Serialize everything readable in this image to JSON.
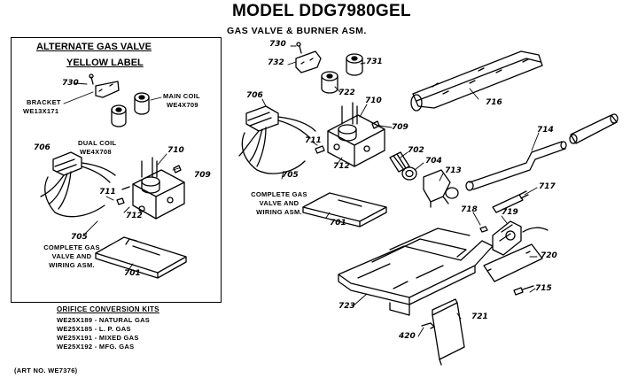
{
  "title": "MODEL DDG7980GEL",
  "subtitle": "GAS VALVE & BURNER ASM.",
  "inset": {
    "title_line1": "ALTERNATE GAS VALVE",
    "title_line2": "YELLOW LABEL",
    "bracket_label": "BRACKET",
    "bracket_part": "WE13X171",
    "main_coil_label": "MAIN COIL",
    "main_coil_part": "WE4X709",
    "dual_coil_label": "DUAL COIL",
    "dual_coil_part": "WE4X708",
    "complete_valve_l1": "COMPLETE GAS",
    "complete_valve_l2": "VALVE AND",
    "complete_valve_l3": "WIRING ASM.",
    "refs": [
      "730",
      "706",
      "710",
      "709",
      "711",
      "712",
      "705",
      "701"
    ]
  },
  "main": {
    "complete_valve_l1": "COMPLETE GAS",
    "complete_valve_l2": "VALVE AND",
    "complete_valve_l3": "WIRING ASM.",
    "refs": [
      "730",
      "732",
      "731",
      "722",
      "706",
      "710",
      "709",
      "711",
      "712",
      "702",
      "704",
      "713",
      "705",
      "716",
      "714",
      "717",
      "701",
      "718",
      "719",
      "720",
      "723",
      "715",
      "721",
      "420"
    ]
  },
  "kits": {
    "header": "ORIFICE CONVERSION KITS",
    "items": [
      "WE25X189 - NATURAL GAS",
      "WE25X185 - L. P. GAS",
      "WE25X191 - MIXED GAS",
      "WE25X192 - MFG. GAS"
    ]
  },
  "art_no": "(ART NO. WE7376)"
}
